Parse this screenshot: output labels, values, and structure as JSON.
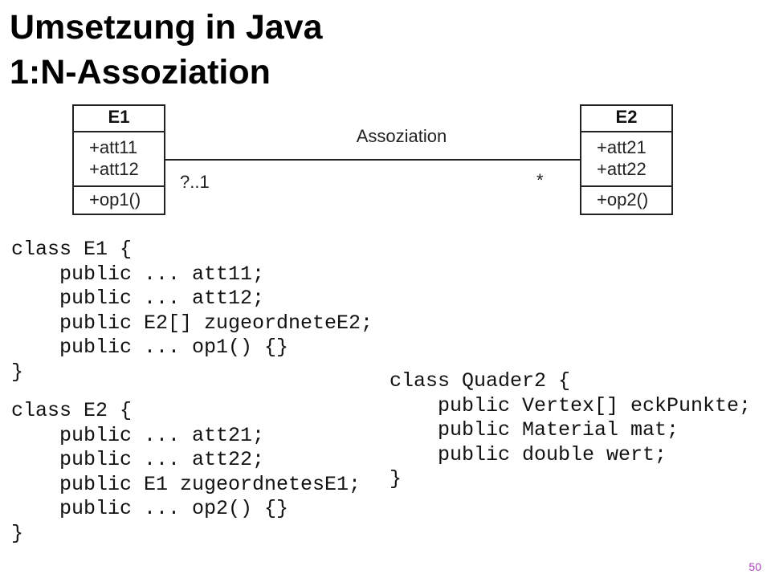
{
  "title": {
    "line1": "Umsetzung in Java",
    "line2": "1:N-Assoziation"
  },
  "uml": {
    "class_e1": {
      "name": "E1",
      "attributes": [
        "+att11",
        "+att12"
      ],
      "operations": [
        "+op1()"
      ]
    },
    "class_e2": {
      "name": "E2",
      "attributes": [
        "+att21",
        "+att22"
      ],
      "operations": [
        "+op2()"
      ]
    },
    "association": {
      "label": "Assoziation",
      "multiplicity_e1": "?..1",
      "multiplicity_e2": "*"
    }
  },
  "code_e1": {
    "header": "class E1 {",
    "lines": [
      "public ... att11;",
      "public ... att12;",
      "public E2[] zugeordneteE2;",
      "public ... op1() {}"
    ],
    "footer": "}"
  },
  "code_e2": {
    "header": "class E2 {",
    "lines": [
      "public ... att21;",
      "public ... att22;",
      "public E1 zugeordnetesE1;",
      "public ... op2() {}"
    ],
    "footer": "}"
  },
  "code_quader": {
    "header": "class Quader2 {",
    "lines": [
      "public Vertex[] eckPunkte;",
      "public Material mat;",
      "public double wert;"
    ],
    "footer": "}"
  },
  "page_number": "50",
  "colors": {
    "text": "#000000",
    "page_number": "#b040c0"
  }
}
